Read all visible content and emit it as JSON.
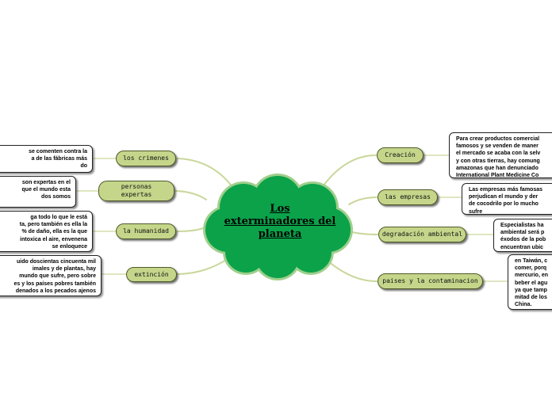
{
  "central_topic": "Los\nexterminadores del\nplaneta",
  "colors": {
    "cloud_fill": "#0ba24a",
    "cloud_stroke": "#9fcf8c",
    "pill_fill": "#c5d68b",
    "connector": "#c9d79a"
  },
  "left_branches": [
    {
      "label": "los crimenes",
      "note": "se comenten contra la\na de las fábricas más\ndo"
    },
    {
      "label": "personas\nexpertas",
      "note": "son expertas en el\nque el mundo esta\ndos somos"
    },
    {
      "label": "la humanidad",
      "note": "ga todo lo que le está\nta, pero también es ella la\n% de daño, ella es la que\nintoxica el aire, envenena\nse enloquece"
    },
    {
      "label": "extinción",
      "note": "uido doscientas cincuenta mil\nimales y de plantas, hay\nmundo que sufre, pero sobre\nes y los países pobres también\ndenados a los pecados ajenos"
    }
  ],
  "right_branches": [
    {
      "label": "Creación",
      "note": "Para crear productos comercial\nfamosos y se venden de maner\nel mercado se acaba con la selv\ny con otras tierras, hay comung\namazonas que han denunciado\nInternational Plant Medicine Co"
    },
    {
      "label": "las empresas",
      "note": "Las empresas más famosas\nperjudican el mundo y der\nde cocodrilo por lo mucho\nsufre"
    },
    {
      "label": "degradación ambiental",
      "note": "Especialistas ha\nambiental será p\néxodos de la pob\nencuentran ubic"
    },
    {
      "label": "paises y la contaminacion",
      "note": "en Taiwán, c\ncomer, porq\nmercurio, en\nbeber el agu\nya que tamp\nmitad de los\nChina."
    }
  ]
}
